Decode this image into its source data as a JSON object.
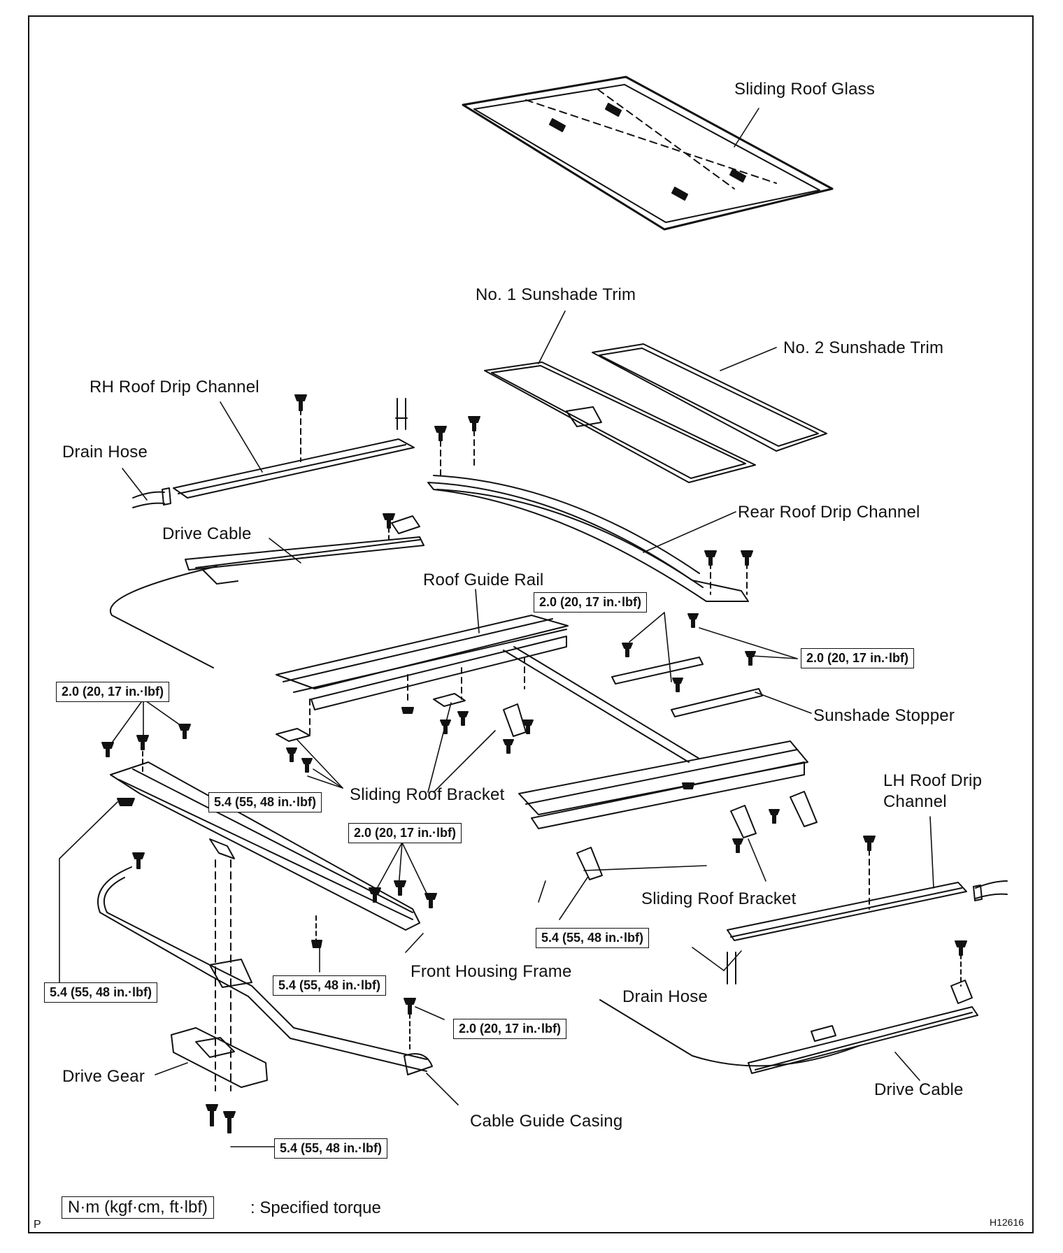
{
  "parts": {
    "sliding_roof_glass": "Sliding Roof Glass",
    "no1_sunshade_trim": "No. 1 Sunshade Trim",
    "no2_sunshade_trim": "No. 2 Sunshade Trim",
    "rh_roof_drip_channel": "RH Roof Drip Channel",
    "drain_hose_left": "Drain Hose",
    "drive_cable_left": "Drive Cable",
    "rear_roof_drip_channel": "Rear Roof Drip Channel",
    "roof_guide_rail": "Roof Guide Rail",
    "sunshade_stopper": "Sunshade Stopper",
    "sliding_roof_bracket_left": "Sliding Roof Bracket",
    "lh_roof_drip_channel_1": "LH Roof Drip",
    "lh_roof_drip_channel_2": "Channel",
    "sliding_roof_bracket_right": "Sliding Roof Bracket",
    "front_housing_frame": "Front Housing Frame",
    "drain_hose_right": "Drain Hose",
    "drive_gear": "Drive Gear",
    "cable_guide_casing": "Cable Guide Casing",
    "drive_cable_right": "Drive Cable"
  },
  "torques": {
    "t1": "2.0 (20, 17 in.·lbf)",
    "t2": "2.0 (20, 17 in.·lbf)",
    "t3": "2.0 (20, 17 in.·lbf)",
    "t4": "5.4 (55, 48 in.·lbf)",
    "t5": "2.0 (20, 17 in.·lbf)",
    "t6": "5.4 (55, 48 in.·lbf)",
    "t7": "5.4 (55, 48 in.·lbf)",
    "t8": "5.4 (55, 48 in.·lbf)",
    "t9": "2.0 (20, 17 in.·lbf)",
    "t10": "5.4 (55, 48 in.·lbf)"
  },
  "legend": {
    "unit": "N·m (kgf·cm, ft·lbf)",
    "description": ": Specified torque"
  },
  "corner_mark": "P",
  "figure_code": "H12616"
}
